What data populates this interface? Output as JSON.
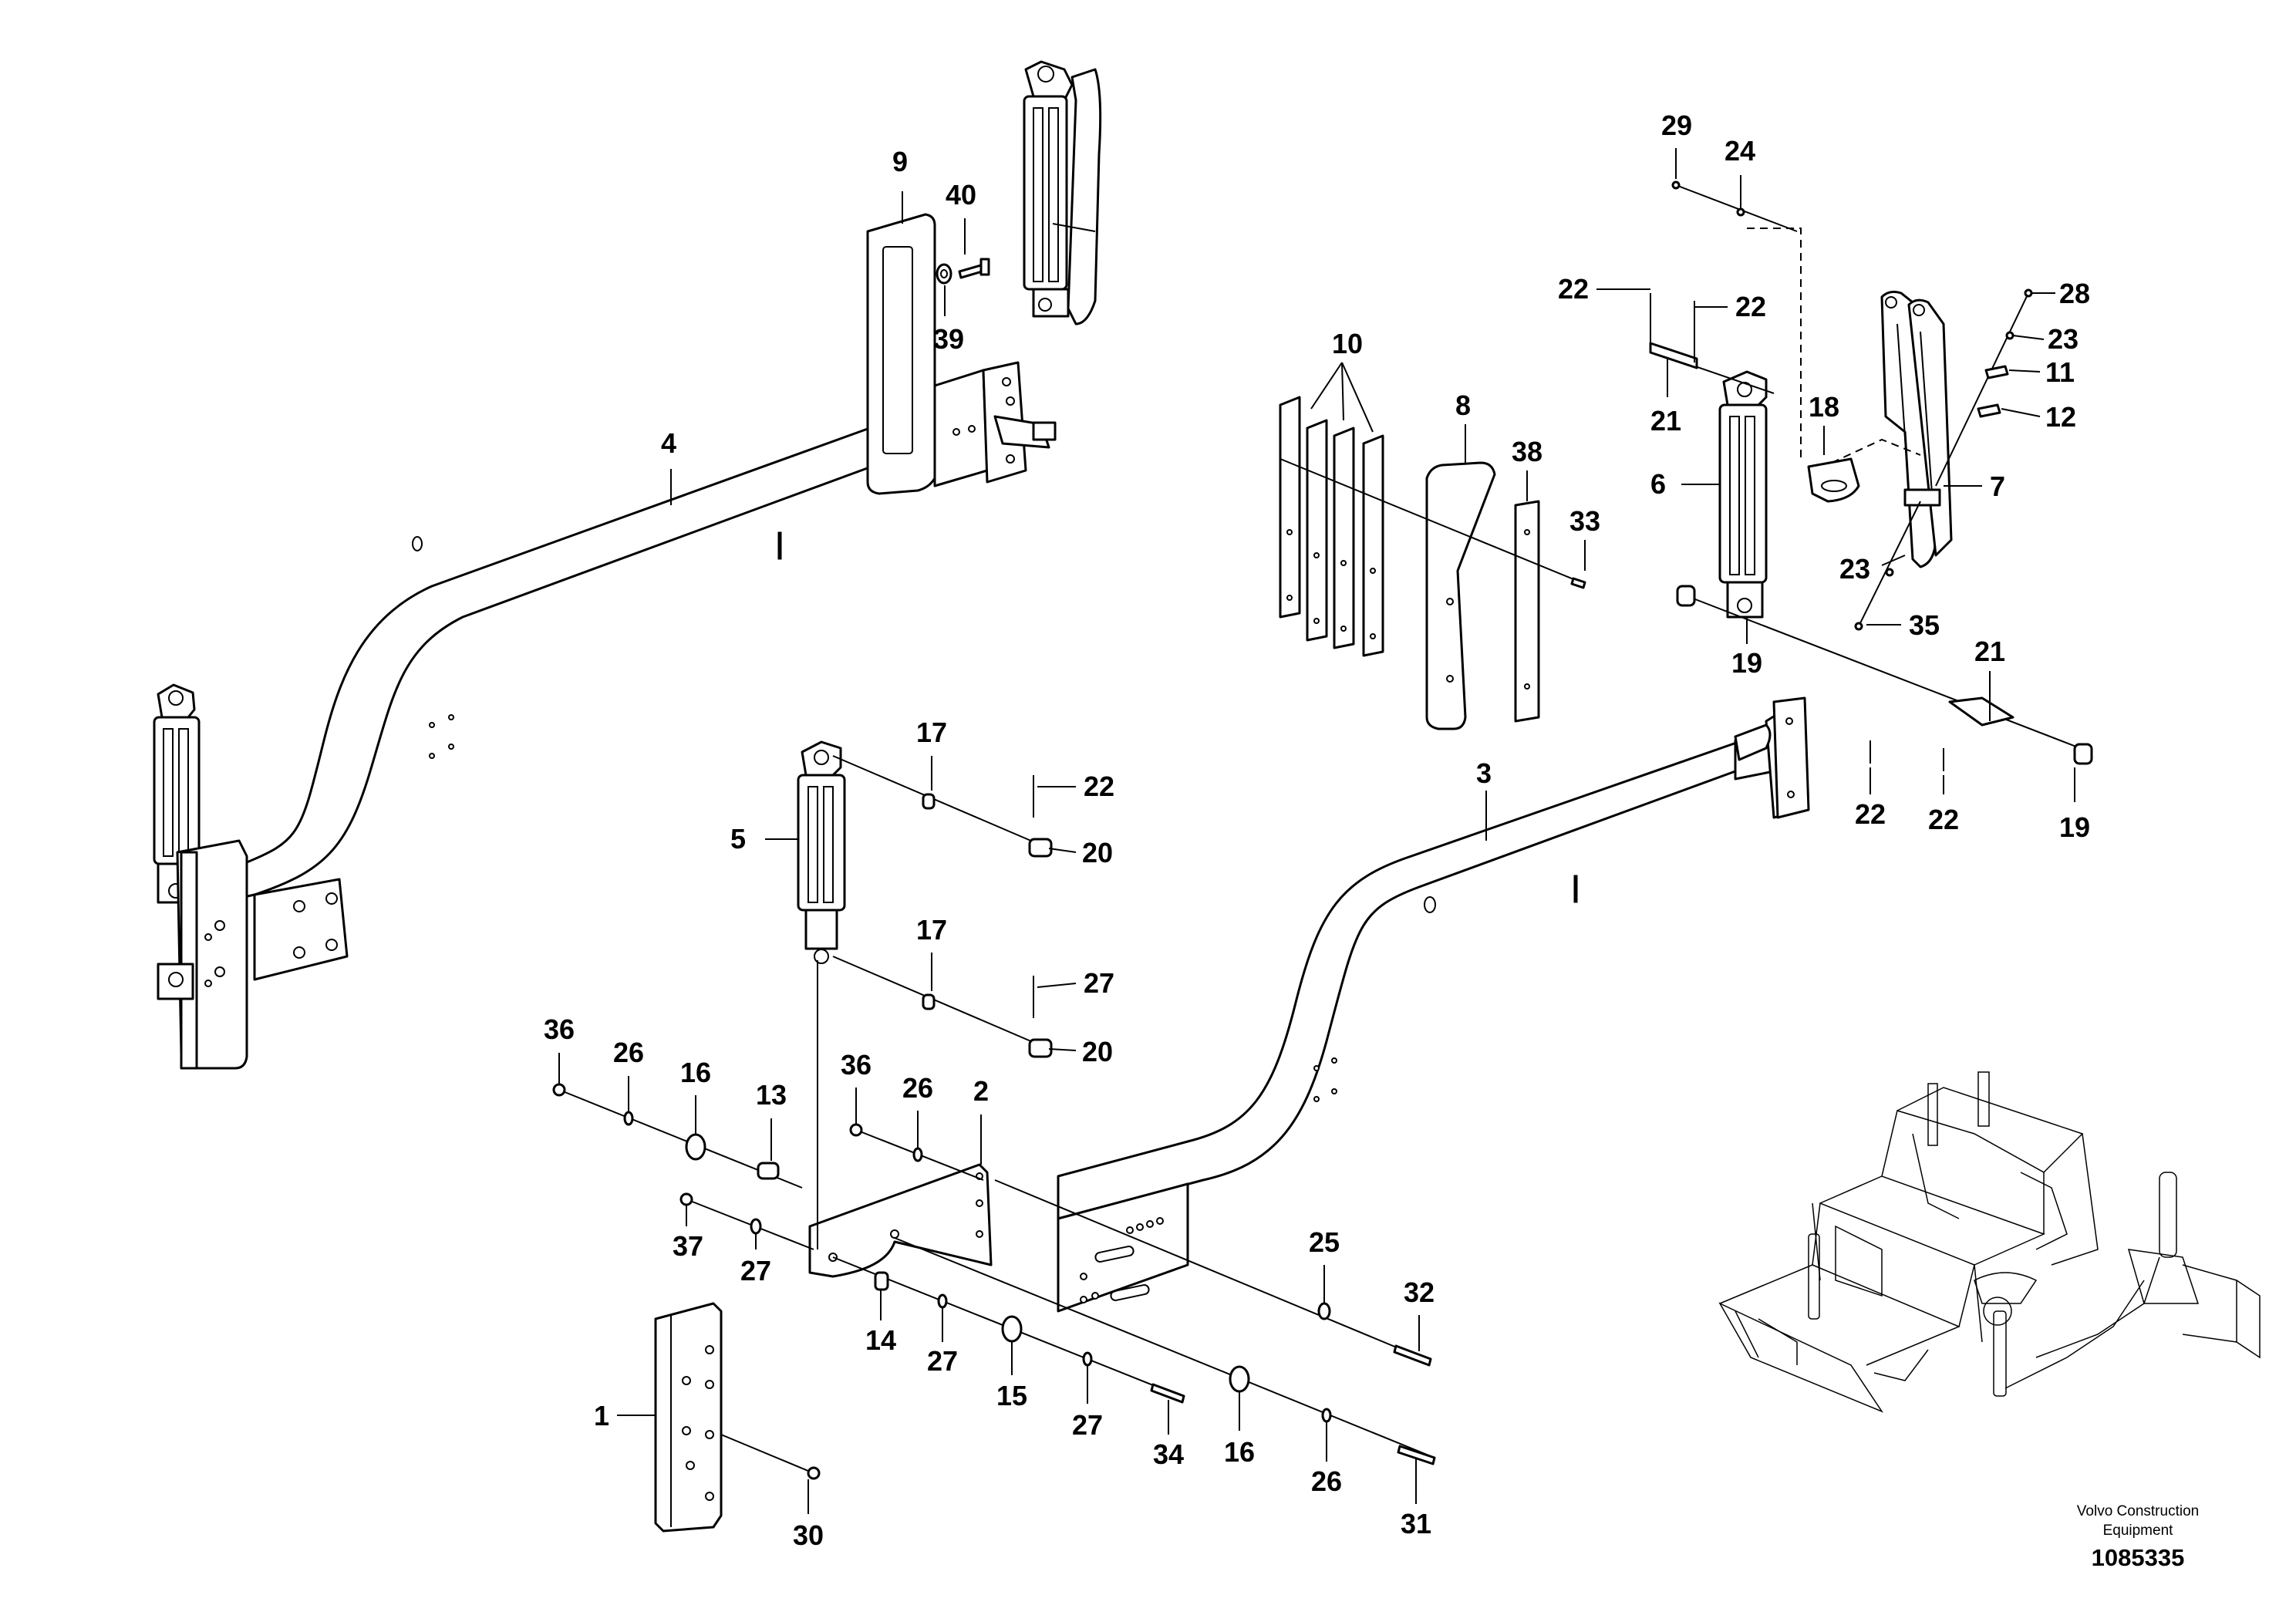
{
  "callouts": [
    "1",
    "2",
    "3",
    "4",
    "5",
    "6",
    "7",
    "8",
    "9",
    "10",
    "11",
    "12",
    "13",
    "14",
    "15",
    "16",
    "17",
    "18",
    "19",
    "20",
    "21",
    "22",
    "23",
    "24",
    "25",
    "26",
    "27",
    "28",
    "29",
    "30",
    "31",
    "32",
    "33",
    "34",
    "35",
    "36",
    "37",
    "38",
    "39",
    "40"
  ],
  "footer": {
    "brand_line1": "Volvo Construction",
    "brand_line2": "Equipment",
    "document_number": "1085335"
  }
}
